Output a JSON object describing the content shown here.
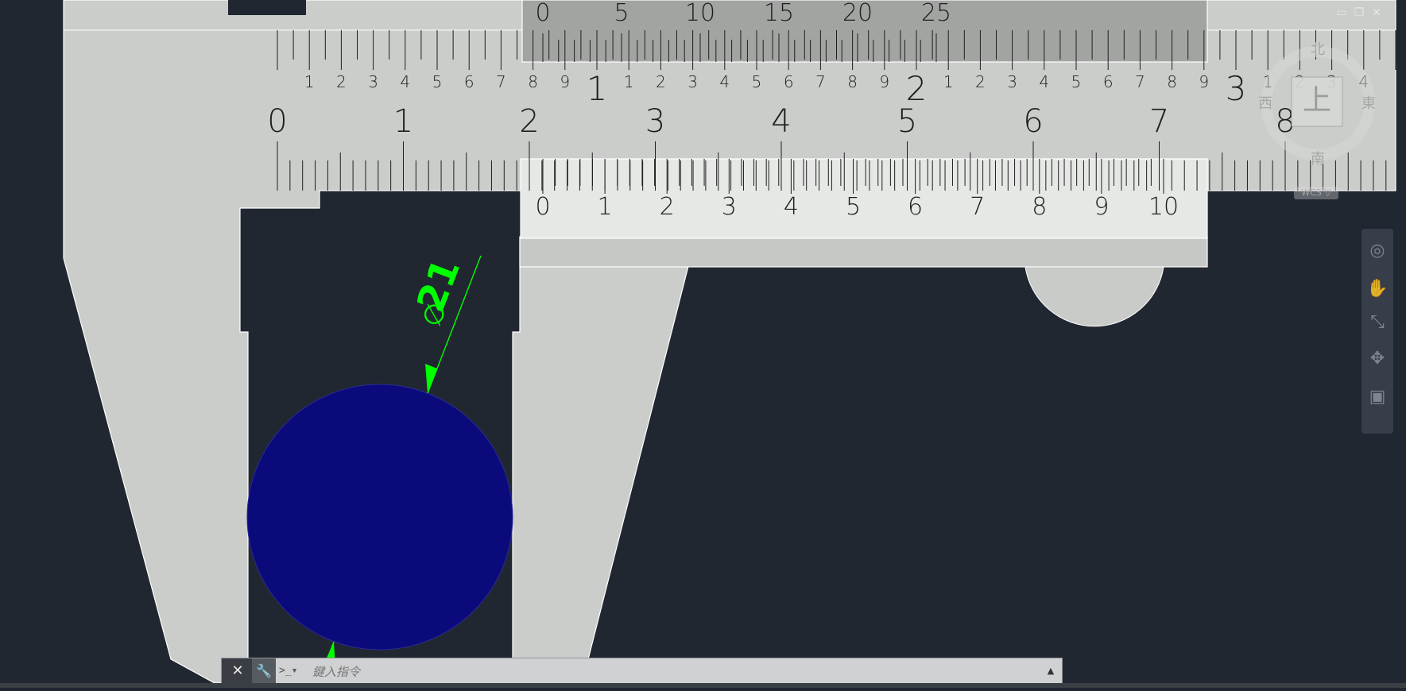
{
  "window_controls": {
    "minimize": "▭",
    "restore": "❐",
    "close": "✕"
  },
  "caliper": {
    "upper_scale_small_labels": [
      "1",
      "2",
      "3",
      "4",
      "5",
      "6",
      "7",
      "8",
      "9",
      "1",
      "1",
      "2",
      "3",
      "4",
      "5",
      "6",
      "7",
      "8",
      "9",
      "2",
      "1",
      "2",
      "3",
      "4",
      "5",
      "6",
      "7",
      "8",
      "9",
      "3",
      "1",
      "2",
      "3",
      "4"
    ],
    "upper_vernier_labels": [
      "0",
      "5",
      "10",
      "15",
      "20",
      "25"
    ],
    "main_scale_labels": [
      "0",
      "1",
      "2",
      "3",
      "4",
      "5",
      "6",
      "7",
      "8"
    ],
    "lower_vernier_labels": [
      "0",
      "1",
      "2",
      "3",
      "4",
      "5",
      "6",
      "7",
      "8",
      "9",
      "10"
    ]
  },
  "dimension": {
    "text": "21",
    "diameter_symbol": "∅",
    "color": "#00ff00"
  },
  "part_color": "#0a0a7a",
  "viewcube": {
    "north": "北",
    "south": "南",
    "east": "東",
    "west": "西",
    "face": "上",
    "wcs": "WCS ▽"
  },
  "navbar": {
    "icons": [
      "steering-wheel-icon",
      "pan-icon",
      "zoom-extents-icon",
      "orbit-icon",
      "showmotion-icon"
    ]
  },
  "command_line": {
    "placeholder": "鍵入指令",
    "prompt_icon": ">_▾",
    "history_arrow": "▲"
  }
}
